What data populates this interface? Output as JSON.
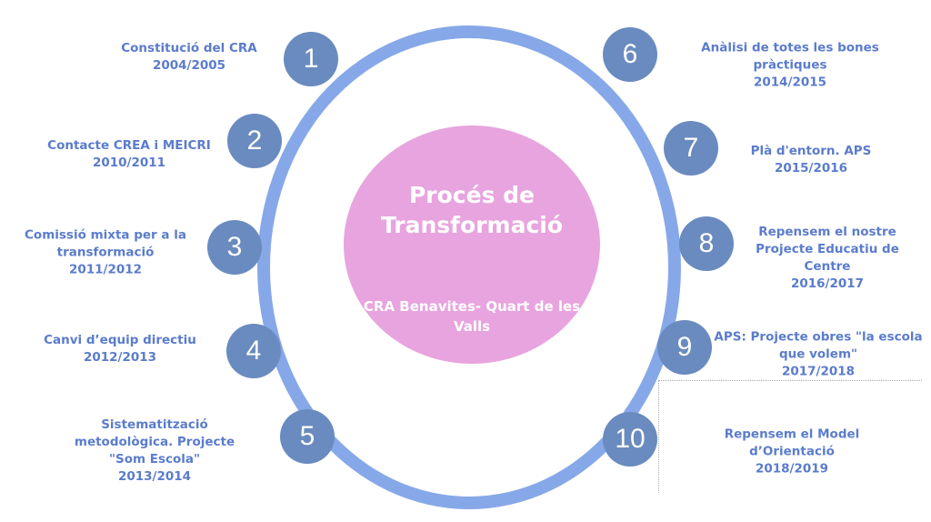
{
  "center": {
    "title": "Procés de Transformació",
    "subtitle": "CRA Benavites- Quart de les Valls"
  },
  "steps": [
    {
      "number": "1",
      "text": "Constitució del CRA",
      "year": "2004/2005"
    },
    {
      "number": "2",
      "text": "Contacte CREA i MEICRI",
      "year": "2010/2011"
    },
    {
      "number": "3",
      "text": "Comissió mixta per a la transformació",
      "year": "2011/2012"
    },
    {
      "number": "4",
      "text": "Canvi d’equip directiu",
      "year": "2012/2013"
    },
    {
      "number": "5",
      "text": "Sistematització metodològica. Projecte \"Som Escola\"",
      "year": "2013/2014"
    },
    {
      "number": "6",
      "text": "Anàlisi de totes les bones pràctiques",
      "year": "2014/2015"
    },
    {
      "number": "7",
      "text": "Plà d'entorn. APS",
      "year": "2015/2016"
    },
    {
      "number": "8",
      "text": "Repensem el nostre Projecte Educatiu de Centre",
      "year": "2016/2017"
    },
    {
      "number": "9",
      "text": "APS: Projecte obres \"la escola que volem\"",
      "year": "2017/2018"
    },
    {
      "number": "10",
      "text": "Repensem el Model d’Orientació",
      "year": "2018/2019"
    }
  ],
  "colors": {
    "ring": "#87a8e8",
    "core": "#e8a4de",
    "badge": "#6a8bbf",
    "text": "#5b7ccc"
  }
}
